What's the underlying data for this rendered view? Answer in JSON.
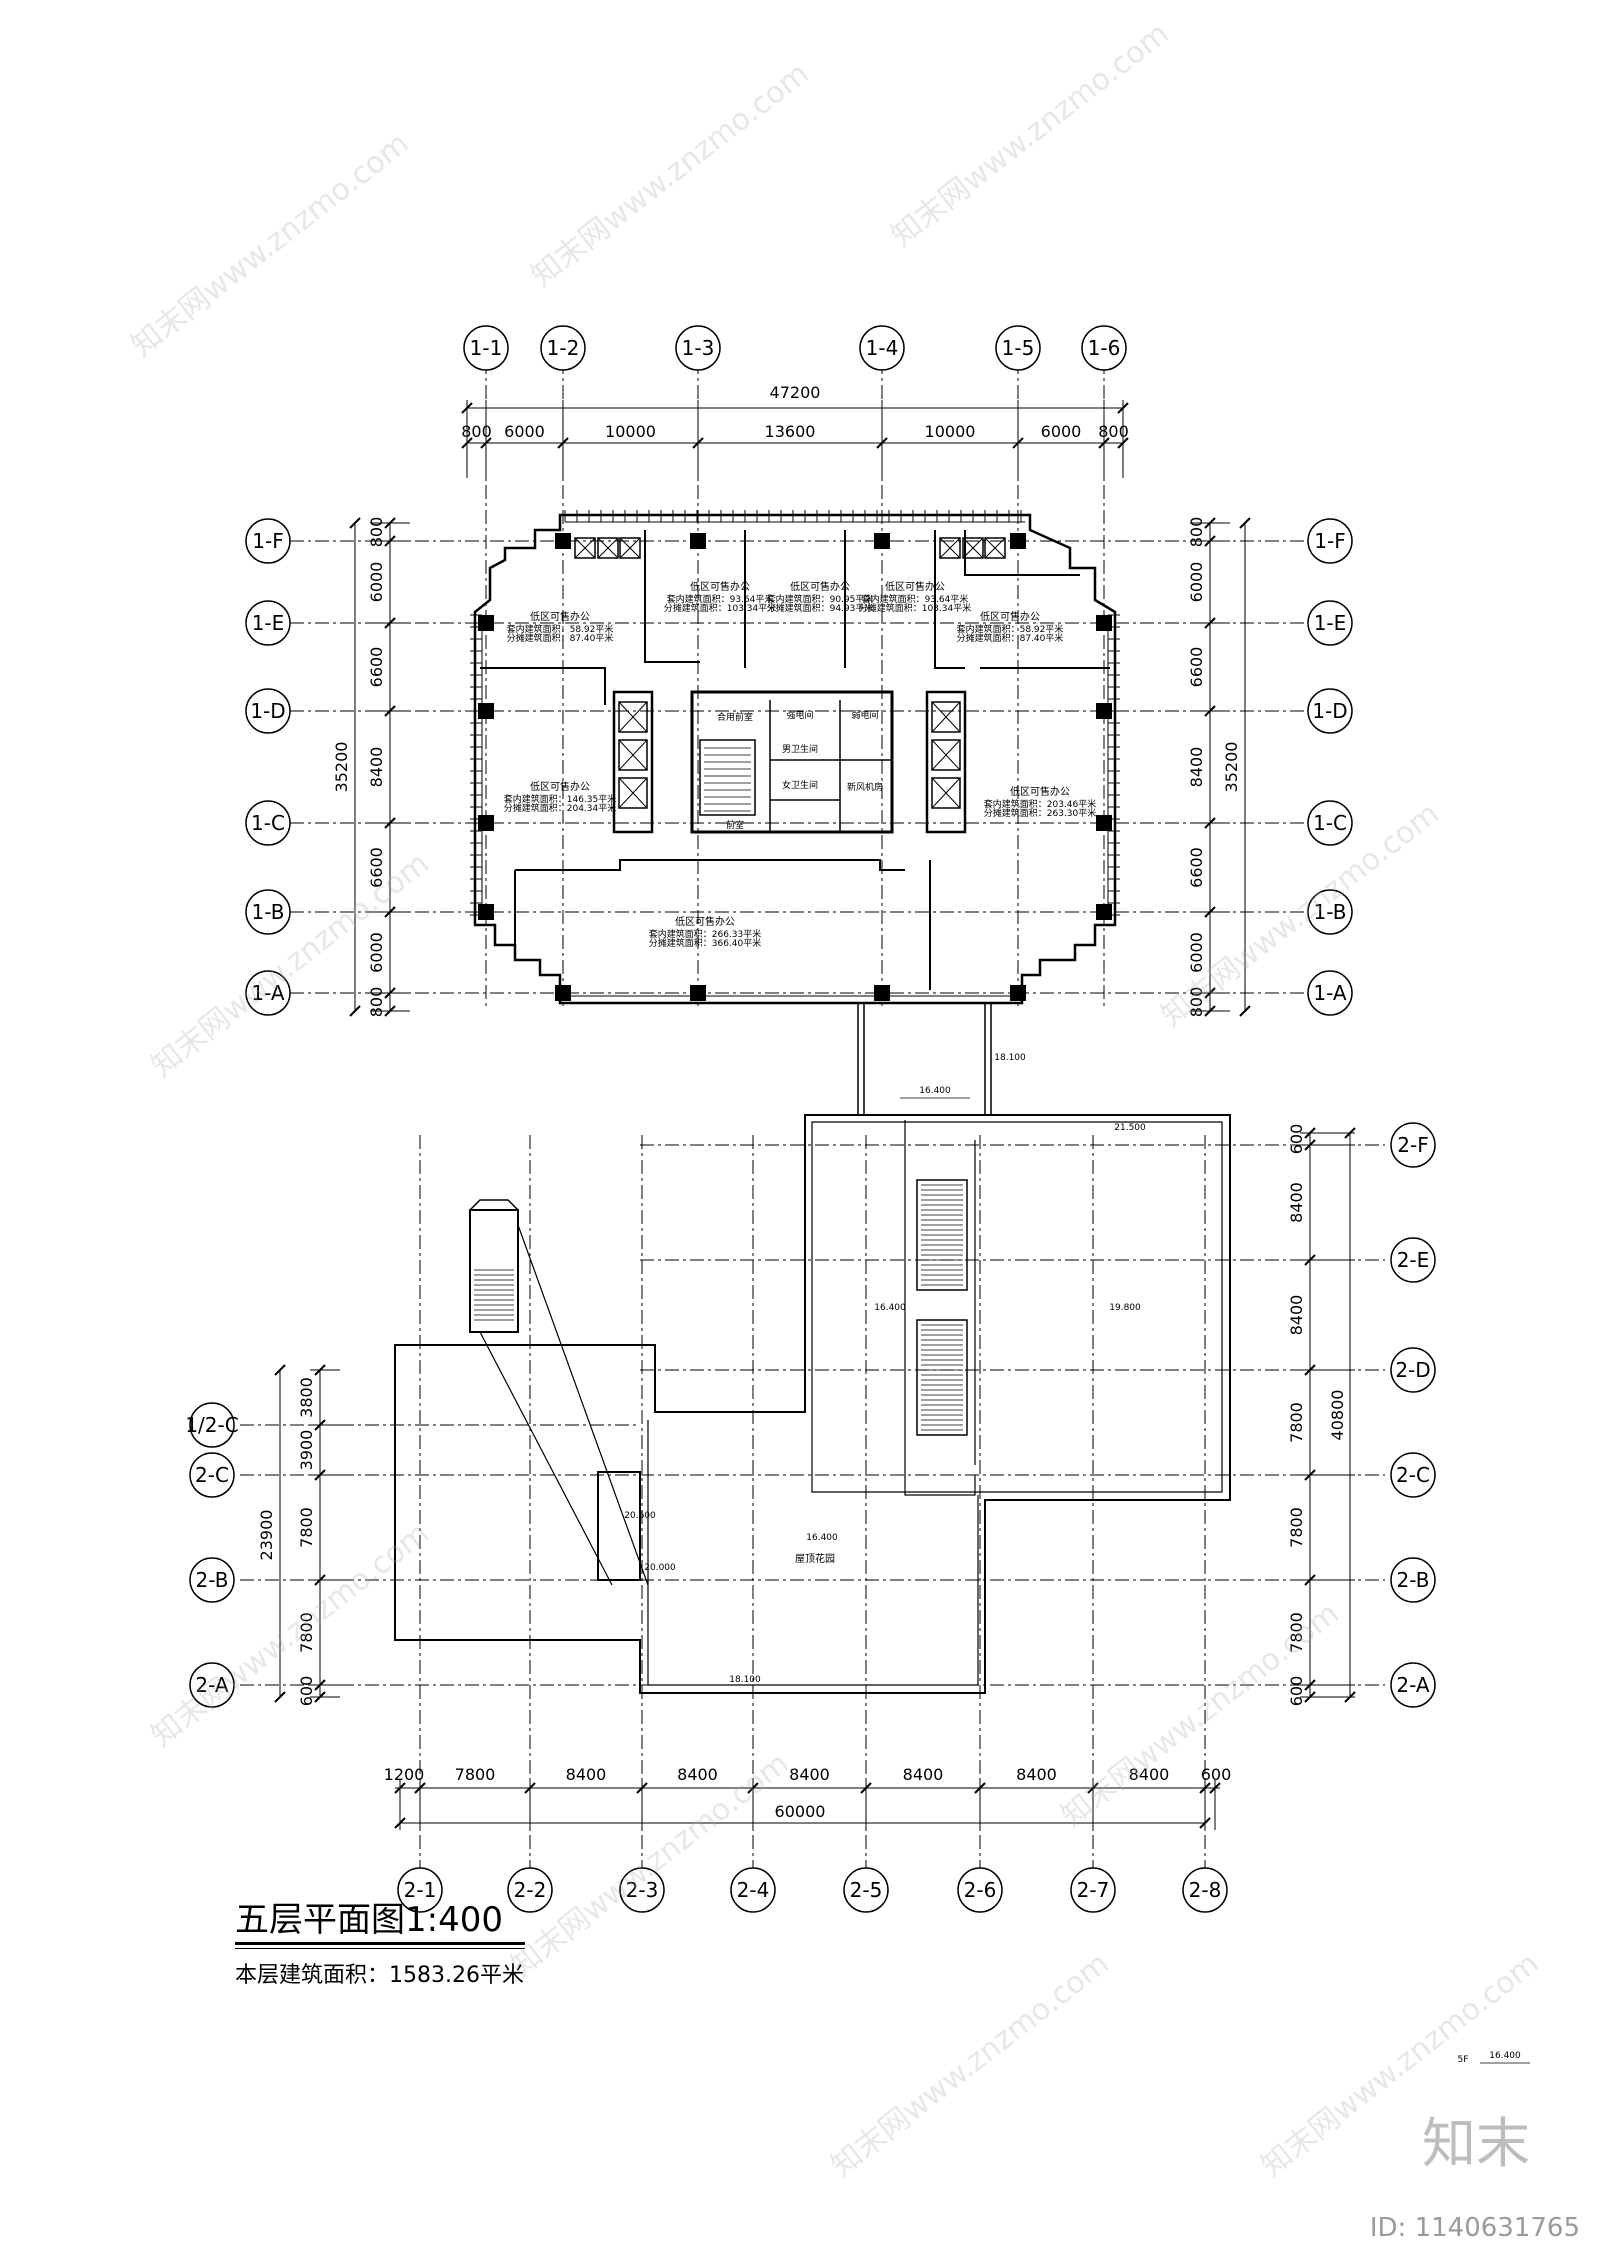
{
  "title": {
    "main": "五层平面图1:400",
    "subtitle": "本层建筑面积：1583.26平米"
  },
  "tower": {
    "top_axes": [
      "1-1",
      "1-2",
      "1-3",
      "1-4",
      "1-5",
      "1-6"
    ],
    "side_axes": [
      "1-F",
      "1-E",
      "1-D",
      "1-C",
      "1-B",
      "1-A"
    ],
    "total_width": "47200",
    "top_dims": [
      "800",
      "6000",
      "10000",
      "13600",
      "10000",
      "6000",
      "800"
    ],
    "total_depth": "35200",
    "side_dims": [
      "800",
      "6000",
      "6600",
      "8400",
      "6600",
      "6000",
      "800"
    ],
    "rooms": [
      {
        "name": "低区可售办公",
        "line1": "套内建筑面积：58.92平米",
        "line2": "分摊建筑面积：87.40平米"
      },
      {
        "name": "低区可售办公",
        "line1": "套内建筑面积：93.64平米",
        "line2": "分摊建筑面积：103.34平米"
      },
      {
        "name": "低区可售办公",
        "line1": "套内建筑面积：90.95平米",
        "line2": "分摊建筑面积：94.93平米"
      },
      {
        "name": "低区可售办公",
        "line1": "套内建筑面积：93.64平米",
        "line2": "分摊建筑面积：103.34平米"
      },
      {
        "name": "低区可售办公",
        "line1": "套内建筑面积：58.92平米",
        "line2": "分摊建筑面积：87.40平米"
      },
      {
        "name": "低区可售办公",
        "line1": "套内建筑面积：146.35平米",
        "line2": "分摊建筑面积：204.34平米"
      },
      {
        "name": "低区可售办公",
        "line1": "套内建筑面积：203.46平米",
        "line2": "分摊建筑面积：263.30平米"
      },
      {
        "name": "低区可售办公",
        "line1": "套内建筑面积：266.33平米",
        "line2": "分摊建筑面积：366.40平米"
      }
    ],
    "core_labels": [
      "合用前室",
      "强电间",
      "弱电间",
      "男卫生间",
      "女卫生间",
      "新风机房",
      "前室"
    ]
  },
  "podium": {
    "bottom_axes": [
      "2-1",
      "2-2",
      "2-3",
      "2-4",
      "2-5",
      "2-6",
      "2-7",
      "2-8"
    ],
    "right_axes": [
      "2-F",
      "2-E",
      "2-D",
      "2-C",
      "2-B",
      "2-A"
    ],
    "left_axes": [
      "1/2-C",
      "2-C",
      "2-B",
      "2-A"
    ],
    "total_width": "60000",
    "bottom_dims": [
      "1200",
      "7800",
      "8400",
      "8400",
      "8400",
      "8400",
      "8400",
      "8400",
      "600"
    ],
    "right_total": "40800",
    "right_dims": [
      "600",
      "8400",
      "8400",
      "7800",
      "7800",
      "7800",
      "600"
    ],
    "left_total": "23900",
    "left_dims": [
      "3800",
      "3900",
      "7800",
      "7800",
      "600"
    ],
    "roof_garden": "屋顶花园"
  },
  "elevations": {
    "bridge": "18.100",
    "upper_level": "16.400",
    "top_roof": "21.500",
    "atrium_left": "16.400",
    "atrium_right": "19.800",
    "garden": "16.400",
    "stair_top": "20.600",
    "stair_low": "20.000",
    "bottom": "18.100"
  },
  "level_mark": {
    "floor": "5F",
    "value": "16.400"
  },
  "watermark": {
    "brand": "知末",
    "id": "ID: 1140631765",
    "pattern": "知末网www.znzmo.com"
  }
}
